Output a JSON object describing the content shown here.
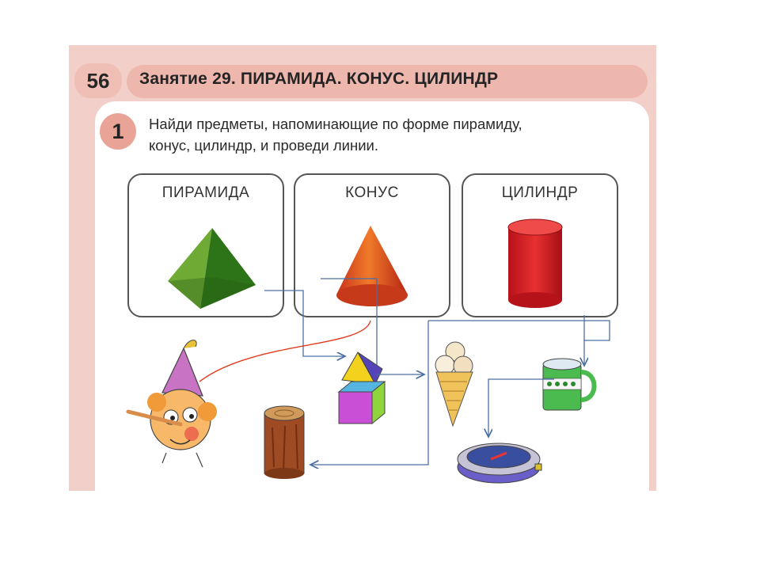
{
  "header": {
    "page_number": "56",
    "lesson_title": "Занятие 29. ПИРАМИДА. КОНУС. ЦИЛИНДР"
  },
  "task": {
    "number": "1",
    "line1": "Найди предметы, напоминающие по форме пирамиду,",
    "line2": "конус, цилиндр, и проведи линии."
  },
  "shapes": [
    {
      "label": "ПИРАМИДА",
      "icon": "pyramid-icon",
      "color": "#3f8f22"
    },
    {
      "label": "КОНУС",
      "icon": "cone-icon",
      "color": "#e0551c"
    },
    {
      "label": "ЦИЛИНДР",
      "icon": "cylinder-icon",
      "color": "#d41d1d"
    }
  ],
  "objects": [
    "pinocchio-cone-hat",
    "pyramid-on-cube-toy",
    "ice-cream-cone",
    "mug",
    "tree-stump",
    "compass"
  ],
  "colors": {
    "page": "#f2cfc9",
    "header_band": "#eeb7ae",
    "badge": "#e9a397",
    "line_blue": "#4a6fa5",
    "line_red": "#e23b1f"
  }
}
